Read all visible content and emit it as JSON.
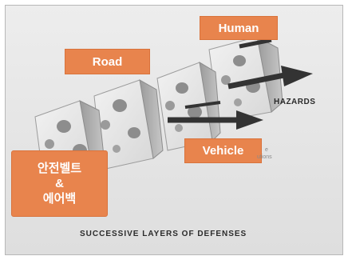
{
  "labels": {
    "road": "Road",
    "human": "Human",
    "vehicle": "Vehicle",
    "belt_line1": "안전벨트",
    "belt_line2": "&",
    "belt_line3": "에어백"
  },
  "captions": {
    "hazards": "HAZARDS",
    "footer": "SUCCESSIVE LAYERS OF DEFENSES",
    "partial1": "e",
    "partial2": "utions"
  },
  "colors": {
    "label_bg": "#e8844d",
    "cheese": "#e6e6e6",
    "arrow": "#333333"
  }
}
